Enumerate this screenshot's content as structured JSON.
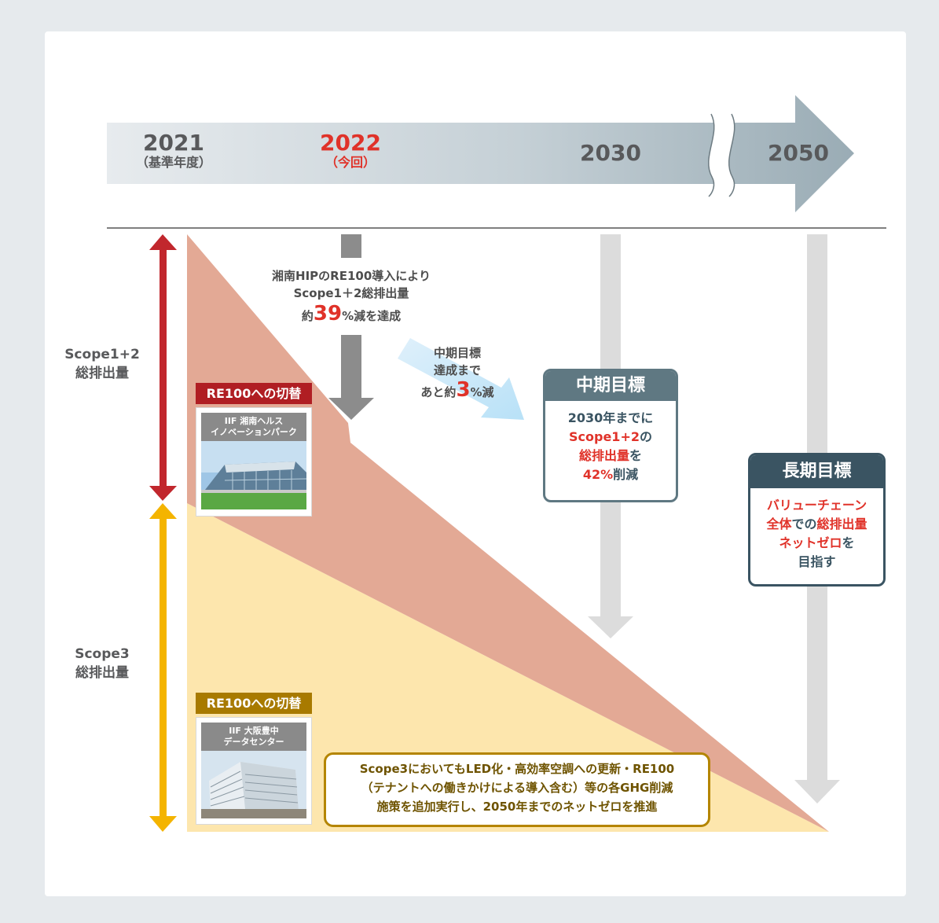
{
  "timeline": {
    "y2021": {
      "year": "2021",
      "sub": "（基準年度）"
    },
    "y2022": {
      "year": "2022",
      "sub": "（今回）"
    },
    "y2030": {
      "year": "2030"
    },
    "y2050": {
      "year": "2050"
    }
  },
  "scope_labels": {
    "scope12": [
      "Scope1+2",
      "総排出量"
    ],
    "scope3": [
      "Scope3",
      "総排出量"
    ]
  },
  "achievement": {
    "line1": "湘南HIPのRE100導入により",
    "line2": "Scope1＋2総排出量",
    "prefix": "約",
    "number": "39",
    "suffix": "%減を達成"
  },
  "midterm_remaining": {
    "line1": "中期目標",
    "line2": "達成まで",
    "prefix": "あと約",
    "number": "3",
    "suffix": "%減"
  },
  "re100_top": {
    "tag": "RE100への切替",
    "caption_line1": "IIF 湘南ヘルス",
    "caption_line2": "イノベーションパーク"
  },
  "re100_bottom": {
    "tag": "RE100への切替",
    "caption_line1": "IIF 大阪豊中",
    "caption_line2": "データセンター"
  },
  "midterm_goal": {
    "title": "中期目標",
    "line1": "2030年までに",
    "scope": "Scope1+2",
    "no": "の",
    "total": "総排出量",
    "wo": "を",
    "pct": "42%",
    "cut": "削減"
  },
  "longterm_goal": {
    "title": "長期目標",
    "line1": "バリューチェーン",
    "whole": "全体",
    "de": "での",
    "total": "総排出量",
    "netzero": "ネットゼロ",
    "wo": "を",
    "aim": "目指す"
  },
  "scope3_note": {
    "line1": "Scope3においてもLED化・高効率空調への更新・RE100",
    "line2": "（テナントへの働きかけによる導入含む）等の各GHG削減",
    "line3": "施策を追加実行し、2050年までのネットゼロを推進"
  },
  "colors": {
    "scope12_area": "#e3a995",
    "scope3_area": "#fde6ad",
    "scope12_arrow": "#c1272d",
    "scope3_arrow": "#f4b400",
    "red_text": "#e03229",
    "goal_dark": "#3a5462",
    "midterm_head": "#5f7882",
    "timeline_light": "#e2e7ea",
    "timeline_dark": "#9aacb5"
  }
}
